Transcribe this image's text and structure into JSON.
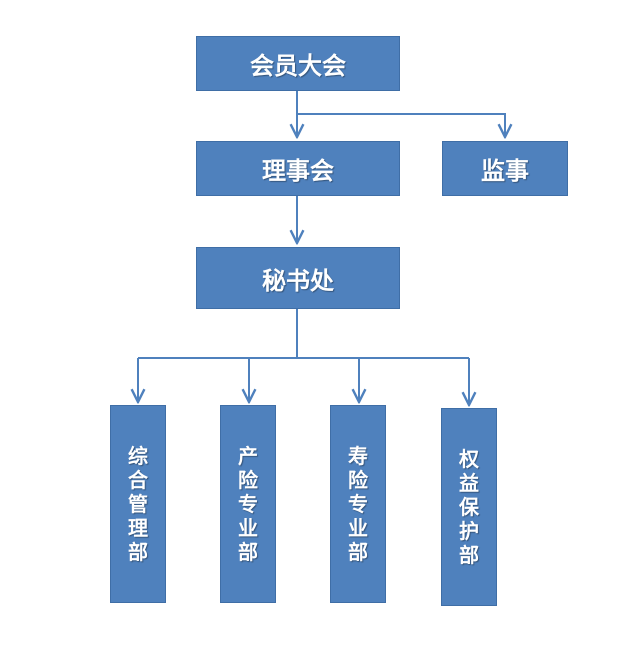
{
  "nodes": {
    "assembly": "会员大会",
    "council": "理事会",
    "supervisor": "监事",
    "secretariat": "秘书处",
    "dept1": "综合管理部",
    "dept2": "产险专业部",
    "dept3": "寿险专业部",
    "dept4": "权益保护部"
  },
  "colors": {
    "box": "#4f81bd",
    "line": "#4f81bd",
    "text": "#ffffff"
  }
}
